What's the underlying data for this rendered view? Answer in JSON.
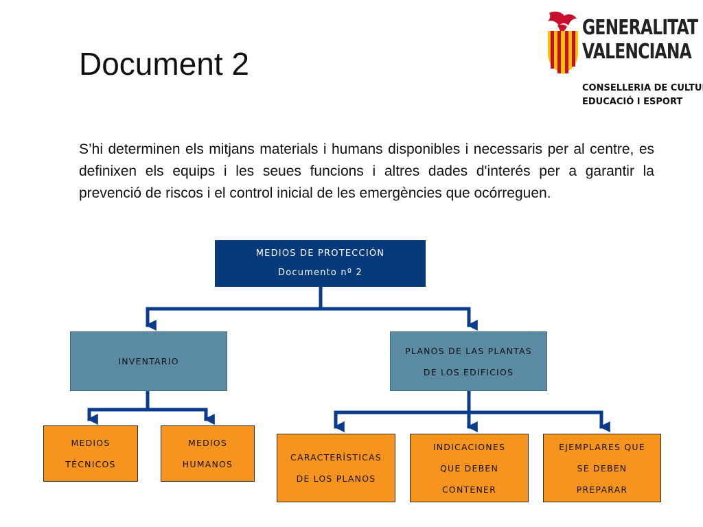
{
  "title": "Document 2",
  "logo": {
    "name_line1": "GENERALITAT",
    "name_line2": "VALENCIANA",
    "dept_line1": "CONSELLERIA DE CULTURA,",
    "dept_line2": "EDUCACIÓ I ESPORT",
    "colors": {
      "red": "#c8102e",
      "yellow": "#f5c400",
      "text": "#222222"
    }
  },
  "paragraph": "S’hi determinen els mitjans materials i humans disponibles i necessaris per al centre, es definixen els equips i les seues funcions i altres dades d'interés per a garantir la prevenció de riscos i el control inicial de les emergències que ocórreguen.",
  "diagram": {
    "colors": {
      "top": "#073a7b",
      "level2": "#5b8aa3",
      "level3": "#f7941d",
      "connector": "#0a3b8c"
    },
    "root": {
      "line1": "MEDIOS DE PROTECCIÓN",
      "line2": "Documento nº 2"
    },
    "inventario": {
      "line1": "INVENTARIO"
    },
    "planos": {
      "line1": "PLANOS DE LAS PLANTAS",
      "line2": "DE LOS EDIFICIOS"
    },
    "tecnicos": {
      "line1": "MEDIOS",
      "line2": "TÉCNICOS"
    },
    "humanos": {
      "line1": "MEDIOS",
      "line2": "HUMANOS"
    },
    "caracteristicas": {
      "line1": "CARACTERÍSTICAS",
      "line2": "DE LOS PLANOS"
    },
    "indicaciones": {
      "line1": "INDICACIONES",
      "line2": "QUE DEBEN",
      "line3": "CONTENER"
    },
    "ejemplares": {
      "line1": "EJEMPLARES QUE",
      "line2": "SE DEBEN",
      "line3": "PREPARAR"
    }
  }
}
